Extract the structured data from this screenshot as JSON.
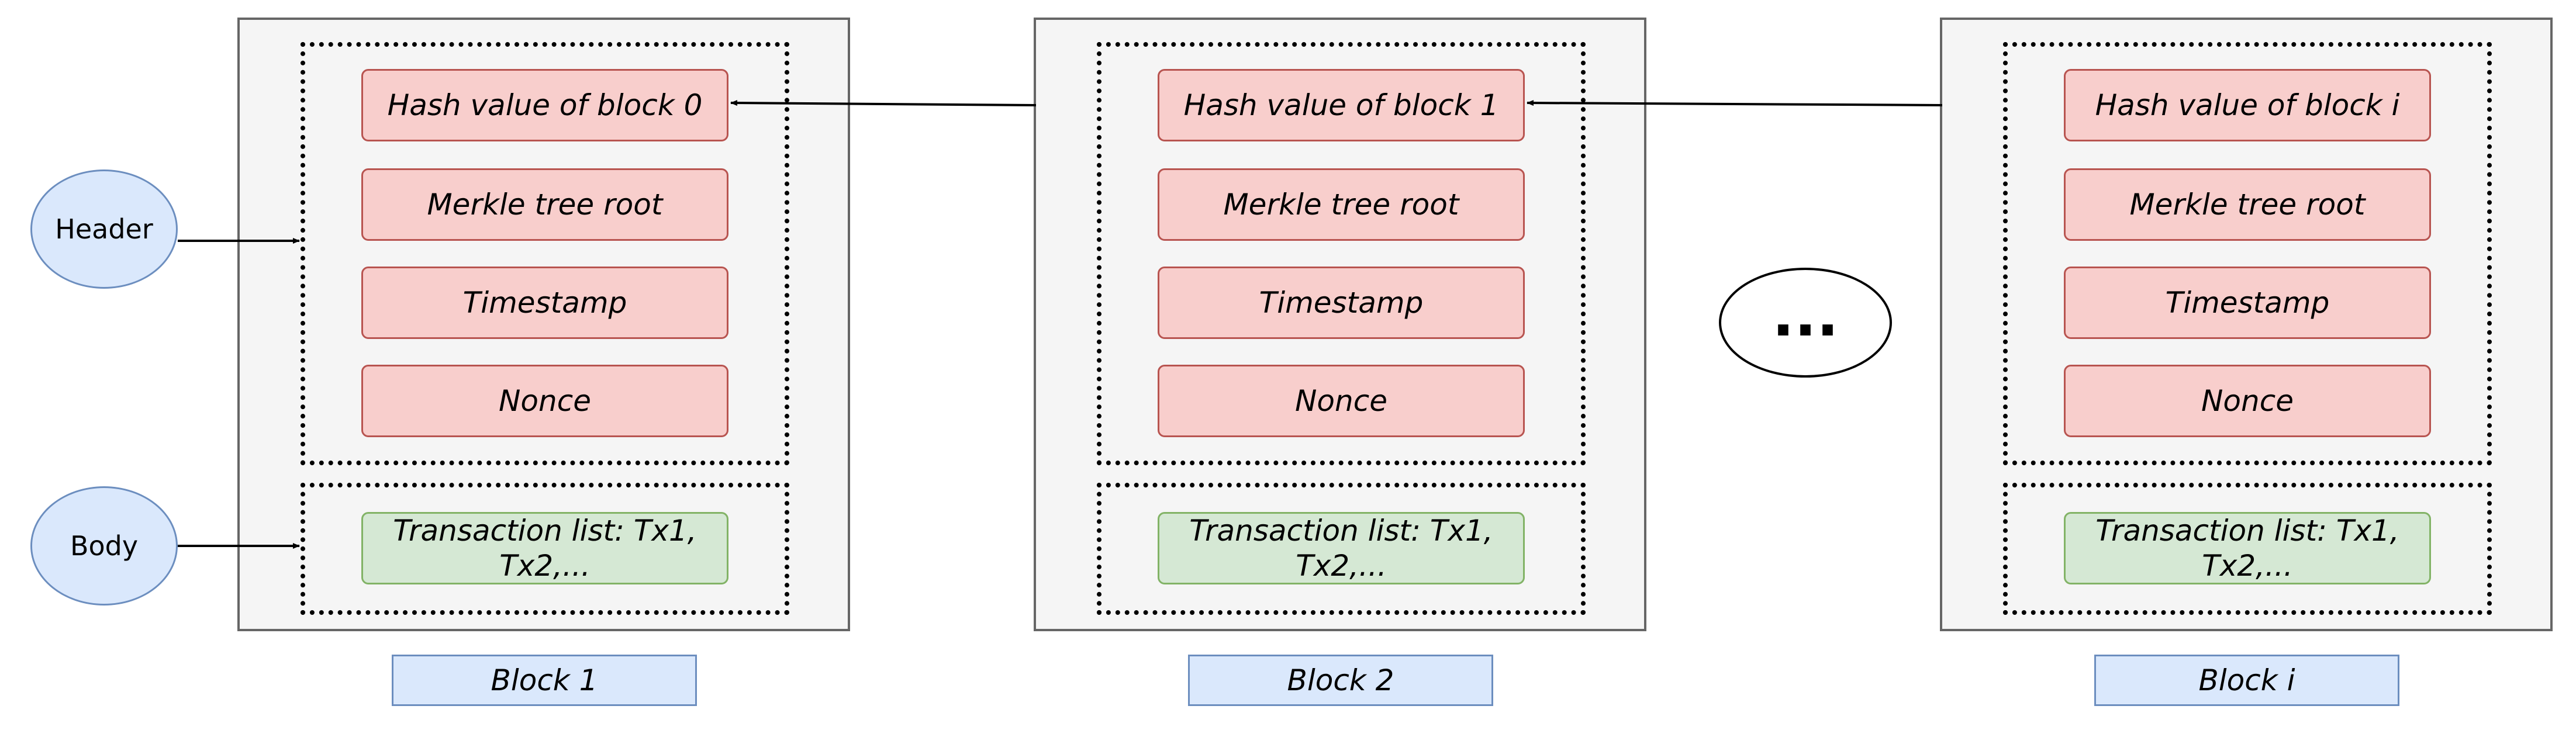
{
  "labels": {
    "header": "Header",
    "body": "Body",
    "more": "..."
  },
  "blocks": [
    {
      "caption": "Block 1",
      "hash": "Hash value of block 0",
      "merkle": "Merkle tree root",
      "timestamp": "Timestamp",
      "nonce": "Nonce",
      "transactions": "Transaction list: Tx1, Tx2,..."
    },
    {
      "caption": "Block 2",
      "hash": "Hash value of block 1",
      "merkle": "Merkle tree root",
      "timestamp": "Timestamp",
      "nonce": "Nonce",
      "transactions": "Transaction list: Tx1, Tx2,..."
    },
    {
      "caption": "Block i",
      "hash": "Hash value of block i",
      "merkle": "Merkle tree root",
      "timestamp": "Timestamp",
      "nonce": "Nonce",
      "transactions": "Transaction list: Tx1, Tx2,..."
    }
  ],
  "colors": {
    "hash_fields": "#f8cecc",
    "hash_border": "#b85450",
    "body_field": "#d5e8d4",
    "body_border": "#82b366",
    "label_fill": "#dae8fc",
    "label_border": "#6c8ebf",
    "block_fill": "#f5f5f5",
    "block_border": "#666666"
  }
}
